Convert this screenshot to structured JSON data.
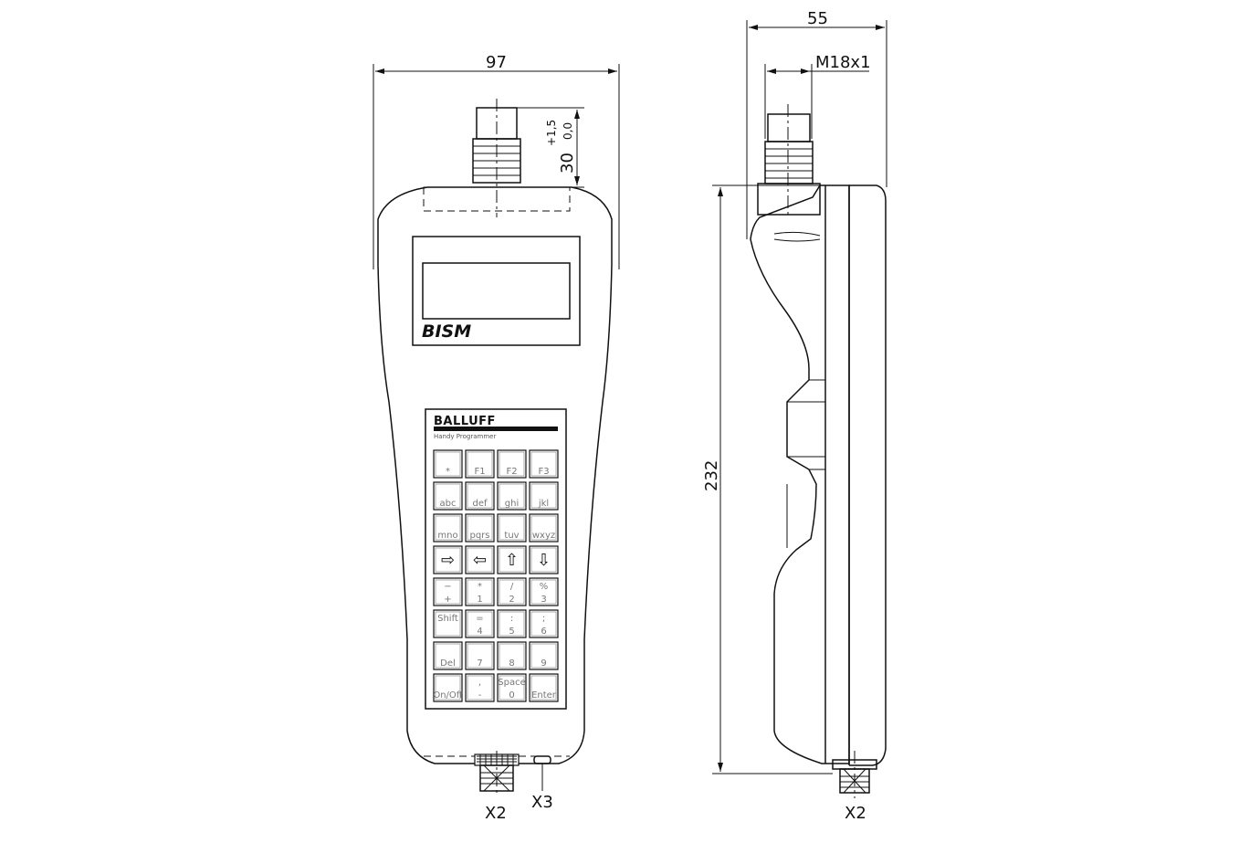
{
  "dimensions": {
    "width_front": "97",
    "depth": "55",
    "thread": "M18x1",
    "height": "232",
    "connector_length": "30",
    "tolerance_upper": "+1,5",
    "tolerance_lower": "0,0"
  },
  "labels": {
    "brand": "BALLUFF",
    "subtitle": "Handy Programmer",
    "display_logo": "BISM",
    "port_x2_front": "X2",
    "port_x3": "X3",
    "port_x2_side": "X2"
  },
  "keypad": [
    {
      "top": "",
      "bottom": "*"
    },
    {
      "top": "",
      "bottom": "F1"
    },
    {
      "top": "",
      "bottom": "F2"
    },
    {
      "top": "",
      "bottom": "F3"
    },
    {
      "top": "",
      "bottom": "abc"
    },
    {
      "top": "",
      "bottom": "def"
    },
    {
      "top": "",
      "bottom": "ghi"
    },
    {
      "top": "",
      "bottom": "jkl"
    },
    {
      "top": "",
      "bottom": "mno"
    },
    {
      "top": "",
      "bottom": "pqrs"
    },
    {
      "top": "",
      "bottom": "tuv"
    },
    {
      "top": "",
      "bottom": "wxyz"
    },
    {
      "top": "",
      "bottom": "⇨",
      "icon": "arrow-right-icon"
    },
    {
      "top": "",
      "bottom": "⇦",
      "icon": "arrow-left-icon"
    },
    {
      "top": "",
      "bottom": "⇧",
      "icon": "arrow-up-icon"
    },
    {
      "top": "",
      "bottom": "⇩",
      "icon": "arrow-down-icon"
    },
    {
      "top": "−",
      "bottom": "+"
    },
    {
      "top": "*",
      "bottom": "1"
    },
    {
      "top": "/",
      "bottom": "2"
    },
    {
      "top": "%",
      "bottom": "3"
    },
    {
      "top": "Shift",
      "bottom": ""
    },
    {
      "top": "=",
      "bottom": "4"
    },
    {
      "top": ":",
      "bottom": "5"
    },
    {
      "top": ";",
      "bottom": "6"
    },
    {
      "top": "",
      "bottom": "Del"
    },
    {
      "top": "",
      "bottom": "7"
    },
    {
      "top": "",
      "bottom": "8"
    },
    {
      "top": "",
      "bottom": "9"
    },
    {
      "top": "",
      "bottom": "On/Off"
    },
    {
      "top": ",",
      "bottom": "-"
    },
    {
      "top": "Space",
      "bottom": "0"
    },
    {
      "top": "",
      "bottom": "Enter"
    }
  ]
}
